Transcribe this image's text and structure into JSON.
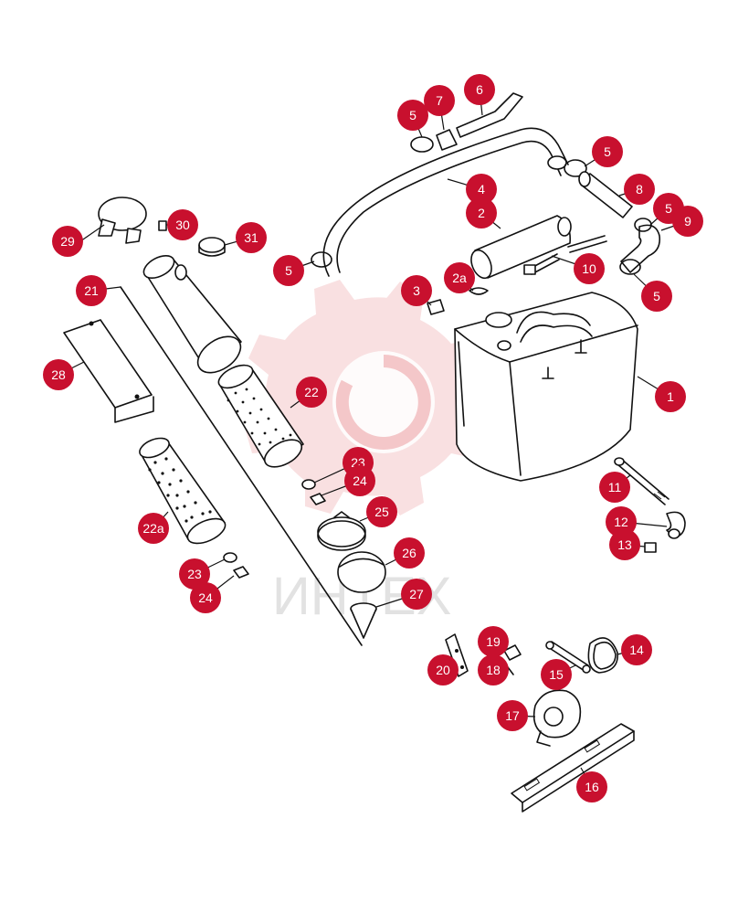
{
  "watermark": {
    "text": "ИНТЕХ",
    "color": "#e02020"
  },
  "accent_color": "#c8102e",
  "callouts": [
    {
      "id": "c1",
      "label": "1"
    },
    {
      "id": "c2",
      "label": "2"
    },
    {
      "id": "c2a",
      "label": "2a"
    },
    {
      "id": "c3",
      "label": "3"
    },
    {
      "id": "c4",
      "label": "4"
    },
    {
      "id": "c5a",
      "label": "5"
    },
    {
      "id": "c5b",
      "label": "5"
    },
    {
      "id": "c5c",
      "label": "5"
    },
    {
      "id": "c5d",
      "label": "5"
    },
    {
      "id": "c5e",
      "label": "5"
    },
    {
      "id": "c6",
      "label": "6"
    },
    {
      "id": "c7",
      "label": "7"
    },
    {
      "id": "c8",
      "label": "8"
    },
    {
      "id": "c9",
      "label": "9"
    },
    {
      "id": "c10",
      "label": "10"
    },
    {
      "id": "c11",
      "label": "11"
    },
    {
      "id": "c12",
      "label": "12"
    },
    {
      "id": "c13",
      "label": "13"
    },
    {
      "id": "c14",
      "label": "14"
    },
    {
      "id": "c15",
      "label": "15"
    },
    {
      "id": "c16",
      "label": "16"
    },
    {
      "id": "c17",
      "label": "17"
    },
    {
      "id": "c18",
      "label": "18"
    },
    {
      "id": "c19",
      "label": "19"
    },
    {
      "id": "c20",
      "label": "20"
    },
    {
      "id": "c21",
      "label": "21"
    },
    {
      "id": "c22",
      "label": "22"
    },
    {
      "id": "c22a",
      "label": "22a"
    },
    {
      "id": "c23a",
      "label": "23"
    },
    {
      "id": "c23b",
      "label": "23"
    },
    {
      "id": "c24a",
      "label": "24"
    },
    {
      "id": "c24b",
      "label": "24"
    },
    {
      "id": "c25",
      "label": "25"
    },
    {
      "id": "c26",
      "label": "26"
    },
    {
      "id": "c27",
      "label": "27"
    },
    {
      "id": "c28",
      "label": "28"
    },
    {
      "id": "c29",
      "label": "29"
    },
    {
      "id": "c30",
      "label": "30"
    },
    {
      "id": "c31",
      "label": "31"
    }
  ]
}
